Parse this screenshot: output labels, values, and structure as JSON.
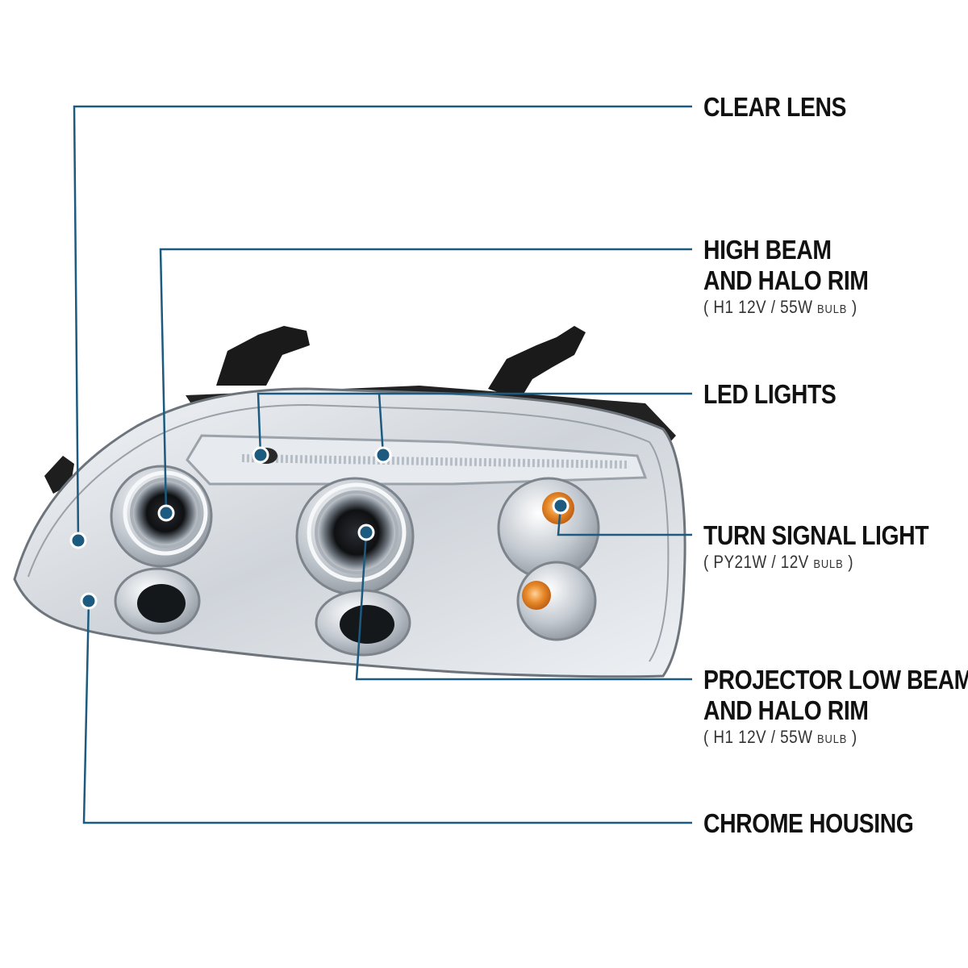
{
  "accent_color": "#1c5a7f",
  "callouts": [
    {
      "title": "CLEAR LENS",
      "title2": "",
      "spec_pre": "",
      "spec_small": "",
      "spec_post": ""
    },
    {
      "title": "HIGH BEAM",
      "title2": "AND HALO RIM",
      "spec_pre": "( H1  12V / 55W ",
      "spec_small": "BULB",
      "spec_post": " )"
    },
    {
      "title": "LED LIGHTS",
      "title2": "",
      "spec_pre": "",
      "spec_small": "",
      "spec_post": ""
    },
    {
      "title": "TURN SIGNAL LIGHT",
      "title2": "",
      "spec_pre": "( PY21W / 12V ",
      "spec_small": "BULB",
      "spec_post": " )"
    },
    {
      "title": "PROJECTOR LOW BEAM",
      "title2": "AND HALO RIM",
      "spec_pre": "( H1  12V / 55W ",
      "spec_small": "BULB",
      "spec_post": " )"
    },
    {
      "title": "CHROME HOUSING",
      "title2": "",
      "spec_pre": "",
      "spec_small": "",
      "spec_post": ""
    }
  ]
}
